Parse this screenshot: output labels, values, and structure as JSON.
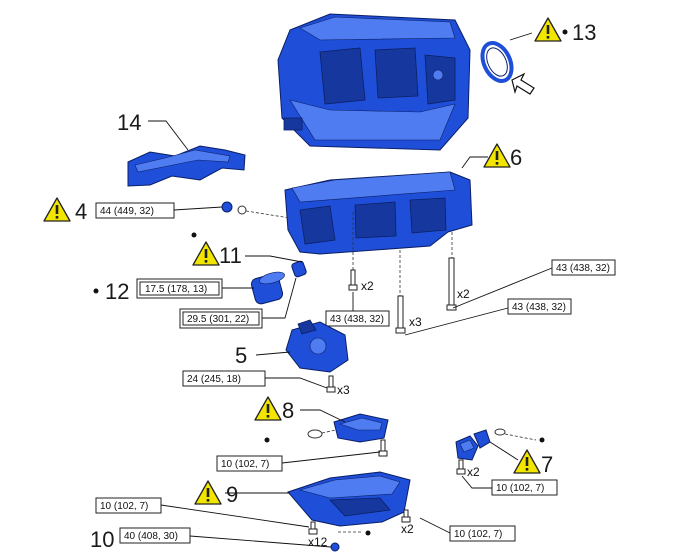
{
  "callouts": {
    "c4": "4",
    "c5": "5",
    "c6": "6",
    "c7": "7",
    "c8": "8",
    "c9": "9",
    "c10": "10",
    "c11": "11",
    "c12": "12",
    "c13": "13",
    "c14": "14"
  },
  "torques": {
    "t4": "44 (449, 32)",
    "t12a": "17.5 (178, 13)",
    "t12b": "29.5 (301, 22)",
    "t6a": "43 (438, 32)",
    "t6b": "43 (438, 32)",
    "t6c": "43 (438, 32)",
    "t5": "24 (245, 18)",
    "t8": "10 (102, 7)",
    "t7": "10 (102, 7)",
    "t9a": "10 (102, 7)",
    "t9b": "10 (102, 7)",
    "t10": "40 (408, 30)"
  },
  "quantities": {
    "q6a": "x2",
    "q6b": "x3",
    "q6c": "x2",
    "q5": "x3",
    "q7": "x2",
    "q9a": "x12",
    "q9b": "x2"
  },
  "icons": {
    "warning": "warning-triangle-icon",
    "replace": "non-reusable-dot-icon"
  },
  "colors": {
    "part": "#1f4fd8",
    "warning": "#f2e600"
  }
}
